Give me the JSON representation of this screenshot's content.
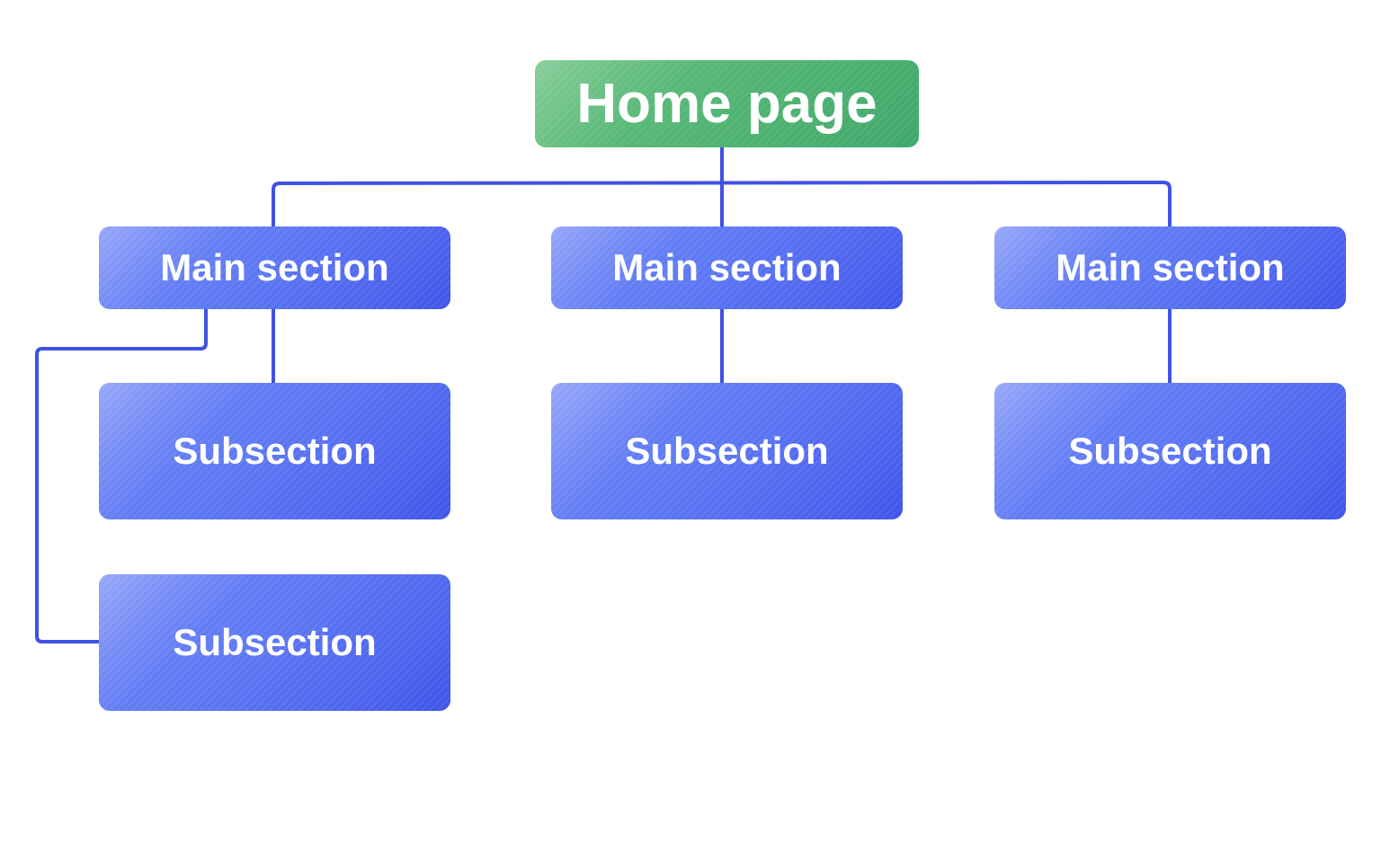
{
  "diagram": {
    "root": {
      "label": "Home page",
      "color": "#52b574"
    },
    "main_sections": [
      {
        "label": "Main section"
      },
      {
        "label": "Main section"
      },
      {
        "label": "Main section"
      }
    ],
    "subsections": [
      {
        "label": "Subsection",
        "parent": 0
      },
      {
        "label": "Subsection",
        "parent": 1
      },
      {
        "label": "Subsection",
        "parent": 2
      },
      {
        "label": "Subsection",
        "parent": 0
      }
    ],
    "node_color": "#5e79f4",
    "connector_color": "#3f52e3"
  }
}
